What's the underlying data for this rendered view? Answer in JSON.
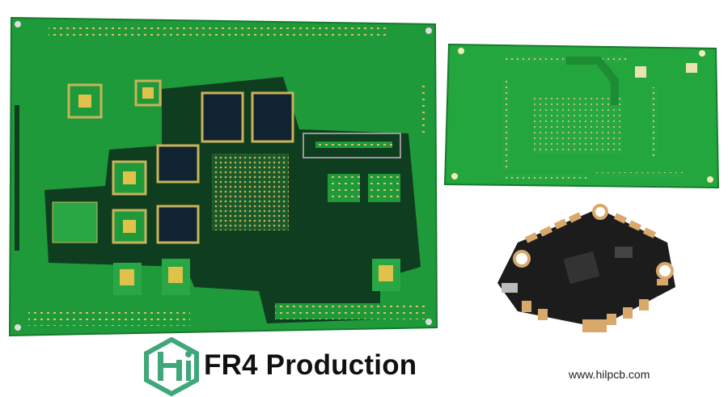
{
  "title": "FR4 Production",
  "website": "www.hilpcb.com",
  "logo": {
    "letters": "Hi",
    "color": "#3fa77a"
  },
  "images": [
    {
      "name": "large-green-pcb",
      "color": "#1f9a3a"
    },
    {
      "name": "small-green-pcb",
      "color": "#23a63e"
    },
    {
      "name": "flight-controller-board",
      "color": "#1c1c1c"
    }
  ]
}
